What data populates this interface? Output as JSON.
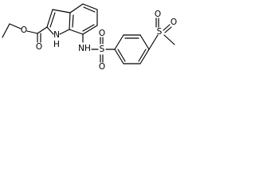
{
  "molecule": {
    "atoms": {
      "ester_carbonyl_o": "O",
      "ester_ether_o": "O",
      "indole_nh": "N",
      "indole_h": "H",
      "sulfonamide_nh": "NH",
      "sulfonamide_s": "S",
      "sulfonamide_o_top": "O",
      "sulfonamide_o_bottom": "O",
      "sulfone_s": "S",
      "sulfone_o_top": "O",
      "sulfone_o_right": "O"
    }
  }
}
